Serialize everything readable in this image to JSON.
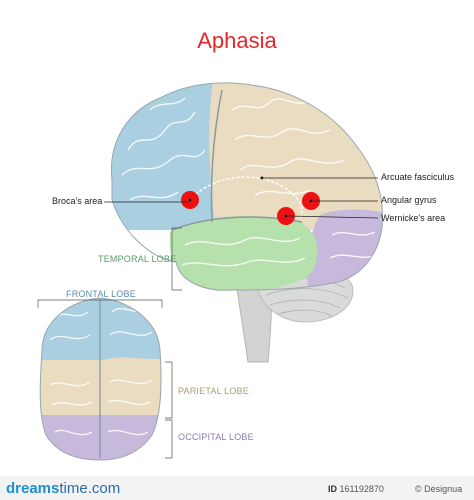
{
  "title": "Aphasia",
  "colors": {
    "title": "#e8262a",
    "frontal": "#a9cfe0",
    "parietal": "#e9dcc0",
    "temporal": "#b6e1ad",
    "occipital": "#c6b9dc",
    "cerebellum": "#d8d8d8",
    "marker": "#ee1111",
    "temporal_label": "#5a9b6c",
    "frontal_label": "#5d8ab0",
    "parietal_label": "#b09a6e",
    "occipital_label": "#8b7cb0"
  },
  "labels": {
    "brocas_area": "Broca's area",
    "arcuate_fasciculus": "Arcuate fasciculus",
    "angular_gyrus": "Angular gyrus",
    "wernickes_area": "Wernicke's area"
  },
  "lobes": {
    "temporal": "TEMPORAL LOBE",
    "frontal": "FRONTAL LOBE",
    "parietal": "PARIETAL LOBE",
    "occipital": "OCCIPITAL LOBE"
  },
  "footer": {
    "logo_main": "dreams",
    "logo_rest": "time.com",
    "id_label": "ID",
    "id_value": "161192870",
    "copyright": "© Designua"
  }
}
